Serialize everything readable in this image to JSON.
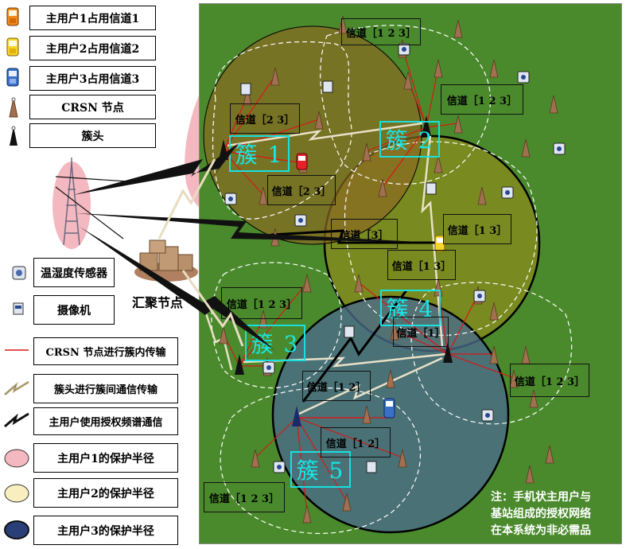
{
  "legend": {
    "pu1": "主用户1占用信道1",
    "pu2": "主用户2占用信道2",
    "pu3": "主用户3占用信道3",
    "crsn_node": "CRSN 节点",
    "cluster_head": "簇头",
    "sensor": "温湿度传感器",
    "camera": "摄像机",
    "intra": "CRSN 节点进行簇内传输",
    "inter": "簇头进行簇间通信传输",
    "licensed": "主用户使用授权频谱通信",
    "radius1": "主用户1的保护半径",
    "radius2": "主用户2的保护半径",
    "radius3": "主用户3的保护半径"
  },
  "sink_label": "汇聚节点",
  "clusters": [
    "簇 1",
    "簇 2",
    "簇 3",
    "簇 4",
    "簇 5"
  ],
  "channels": {
    "c1": "信道［1 2 3］",
    "c2": "信道［1 2 3］",
    "c3": "信道［2 3］",
    "c4": "信道［2 3］",
    "c5": "信道［3］",
    "c6": "信道［1 3］",
    "c7": "信道［1 3］",
    "c8": "信道［1 2 3］",
    "c9": "信道［1］",
    "c10": "信道［1 2 3］",
    "c11": "信道［1 2］",
    "c12": "信道［1 2］",
    "c13": "信道［1 2 3］"
  },
  "note": [
    "注：手机状主用户与",
    "基站组成的授权网络",
    "在本系统为非必需品"
  ],
  "colors": {
    "field": "#4a8a2c",
    "radius1": "#f4b8c0",
    "radius2": "#f2e6a8",
    "radius3": "#1e3b7a",
    "cluster_label": "#18e0e0",
    "intra_link": "#d81818"
  }
}
